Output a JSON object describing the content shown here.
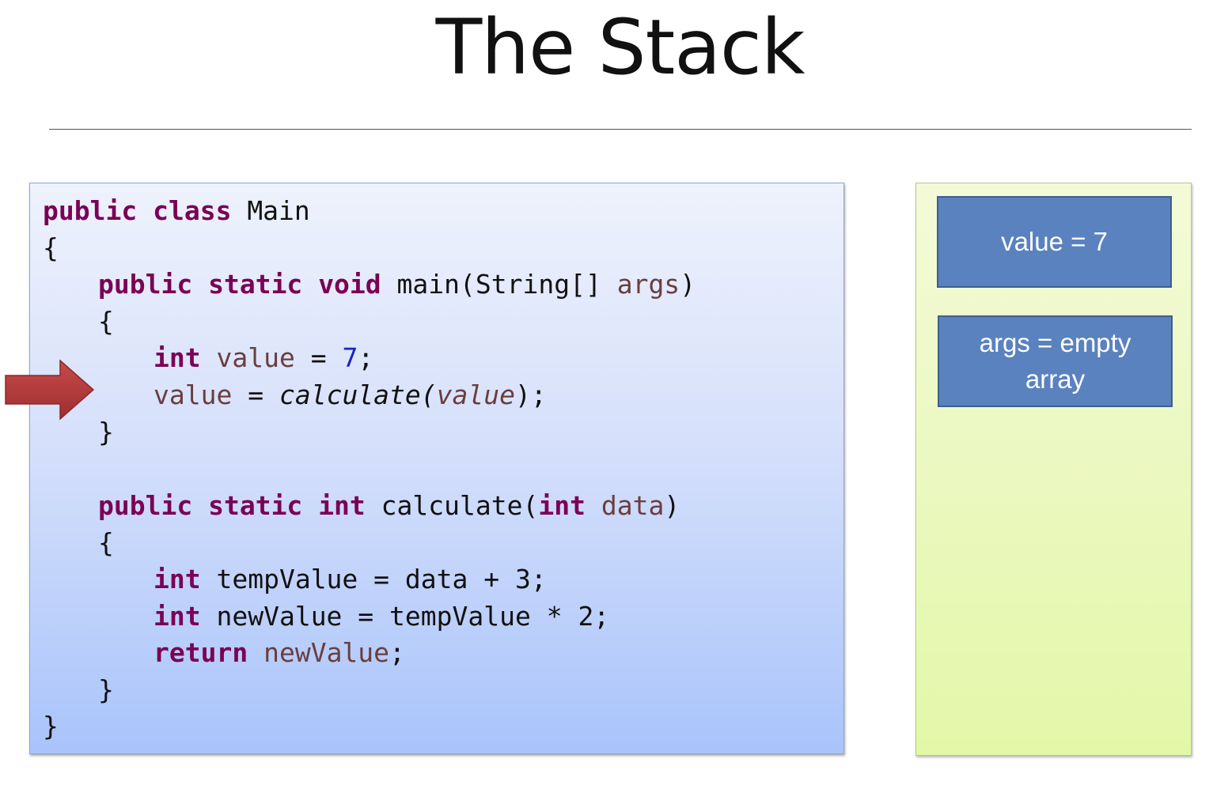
{
  "slide": {
    "title": "The Stack"
  },
  "code": {
    "line1": {
      "kw1": "public",
      "kw2": "class",
      "name": "Main"
    },
    "line2": "{",
    "line3": {
      "kw1": "public",
      "kw2": "static",
      "kw3": "void",
      "sig": "main(String[]",
      "param": "args",
      "close": ")"
    },
    "line4": "{",
    "line5": {
      "kw": "int",
      "var": "value",
      "op": "=",
      "num": "7",
      "end": ";"
    },
    "line6": {
      "var": "value",
      "op": "=",
      "call": "calculate(",
      "arg": "value",
      "close": ");"
    },
    "line7": "}",
    "line8": {
      "kw1": "public",
      "kw2": "static",
      "kw3": "int",
      "sig": "calculate(",
      "kw4": "int",
      "param": "data",
      "close": ")"
    },
    "line9": "{",
    "line10": {
      "kw": "int",
      "rest": "tempValue = data + 3;"
    },
    "line11": {
      "kw": "int",
      "rest": "newValue = tempValue * 2;"
    },
    "line12": {
      "kw": "return",
      "var": "newValue",
      "end": ";"
    },
    "line13": "}",
    "line14": "}"
  },
  "stack": {
    "frames": [
      {
        "text": "value = 7"
      },
      {
        "line1": "args = empty",
        "line2": "array"
      }
    ]
  },
  "colors": {
    "keyword": "#7a0055",
    "number": "#1f1fc8",
    "variable": "#6a3e3e",
    "arrow": "#b53d3d",
    "frame": "#5a82be"
  },
  "icons": {
    "pointer": "right-arrow-icon"
  }
}
